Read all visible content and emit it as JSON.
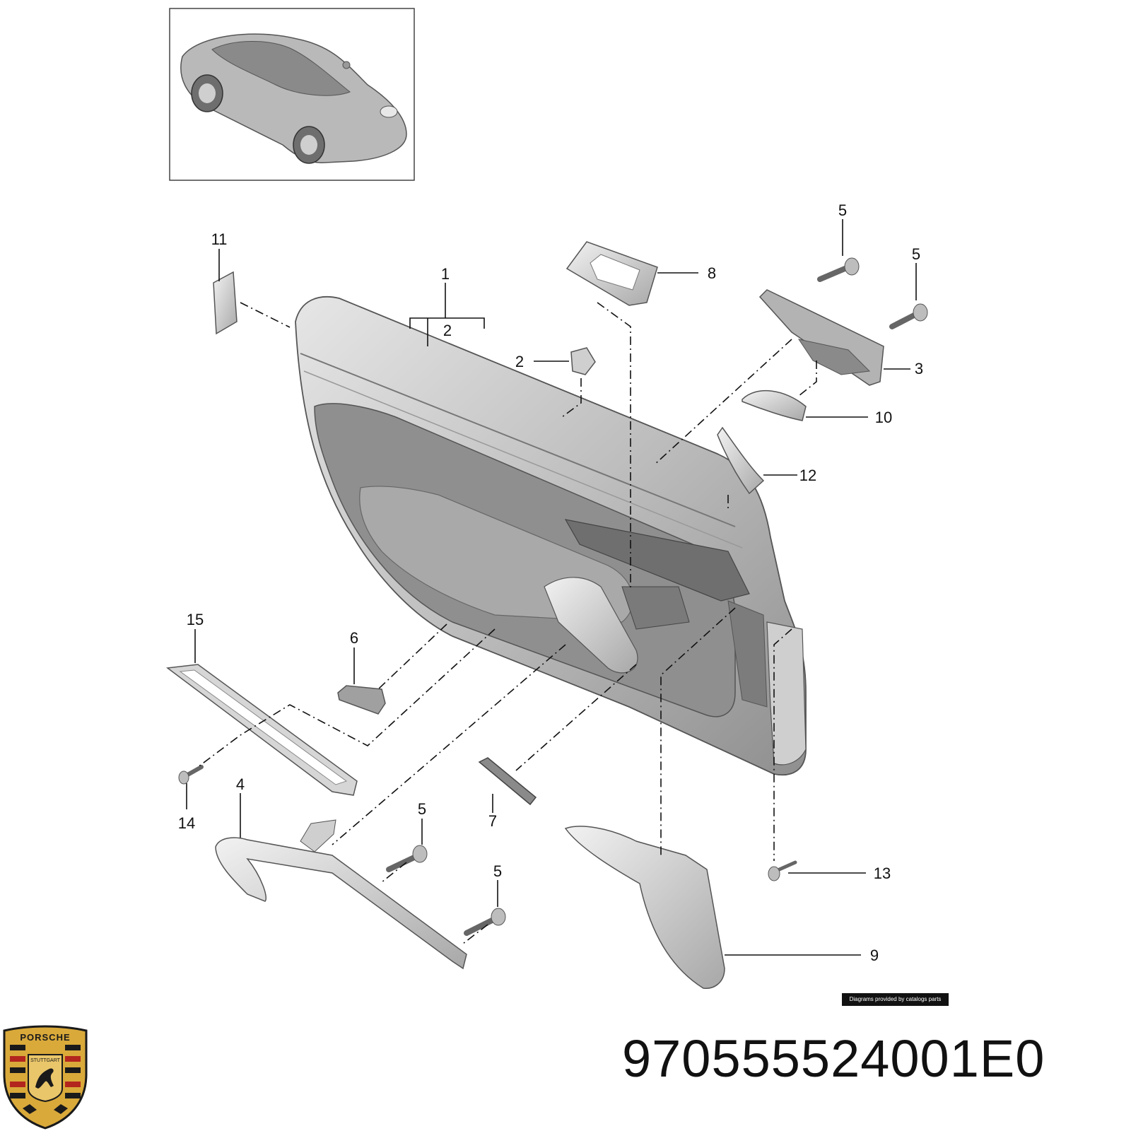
{
  "callouts": {
    "c1": "1",
    "c2a": "2",
    "c2b": "2",
    "c3": "3",
    "c4": "4",
    "c5a": "5",
    "c5b": "5",
    "c5c": "5",
    "c5d": "5",
    "c6": "6",
    "c7": "7",
    "c8": "8",
    "c9": "9",
    "c10": "10",
    "c11": "11",
    "c12": "12",
    "c13": "13",
    "c14": "14",
    "c15": "15"
  },
  "credit": "Diagrams provided by catalogs parts",
  "part_number": "970555524001E0",
  "logo": {
    "wordmark": "PORSCHE",
    "city": "STUTTGART"
  },
  "colors": {
    "part_fill": "#c8c8c8",
    "part_dark": "#9a9a9a",
    "crest_gold": "#d9a93a",
    "crest_red": "#b3261e",
    "crest_black": "#1a1a1a"
  }
}
